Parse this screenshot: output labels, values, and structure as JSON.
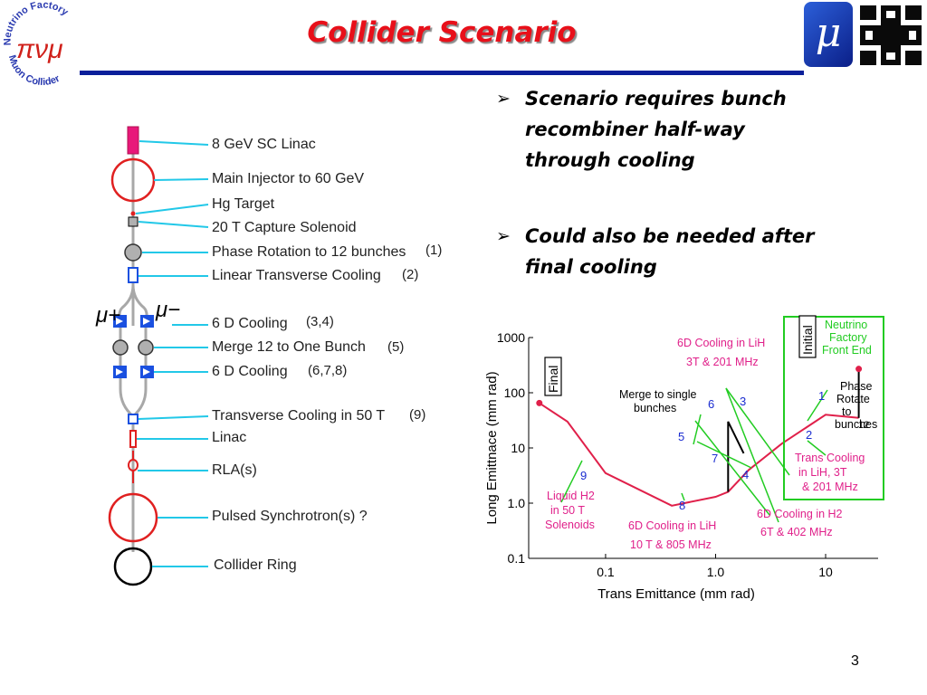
{
  "slide": {
    "title": "Collider Scenario",
    "page_number": "3",
    "mu_logo_symbol": "μ",
    "nf_logo": {
      "top_text": "Neutrino Factory",
      "bottom_text": "Muon Collider",
      "letters": "πνμ"
    }
  },
  "bullets": [
    {
      "text": "Scenario requires bunch recombiner half-way through cooling"
    },
    {
      "text": "Could also be needed after final cooling"
    }
  ],
  "diagram": {
    "mu_plus": "μ+",
    "mu_minus": "μ−",
    "stages": [
      {
        "label": "8 GeV SC Linac",
        "num": ""
      },
      {
        "label": "Main Injector to 60 GeV",
        "num": ""
      },
      {
        "label": "Hg Target",
        "num": ""
      },
      {
        "label": "20 T Capture Solenoid",
        "num": ""
      },
      {
        "label": "Phase Rotation to 12 bunches",
        "num": "(1)"
      },
      {
        "label": "Linear Transverse Cooling",
        "num": "(2)"
      },
      {
        "label": "6 D Cooling",
        "num": "(3,4)"
      },
      {
        "label": "Merge 12 to One Bunch",
        "num": "(5)"
      },
      {
        "label": "6 D Cooling",
        "num": "(6,7,8)"
      },
      {
        "label": "Transverse Cooling in 50 T",
        "num": "(9)"
      },
      {
        "label": "Linac",
        "num": ""
      },
      {
        "label": "RLA(s)",
        "num": ""
      },
      {
        "label": "Pulsed Synchrotron(s)  ?",
        "num": ""
      },
      {
        "label": "Collider Ring",
        "num": ""
      }
    ]
  },
  "chart_data": {
    "type": "line",
    "x_axis": {
      "label": "Trans Emittance  (mm rad)",
      "scale": "log",
      "range": [
        0.02,
        30
      ],
      "ticks": [
        "0.1",
        "1.0",
        "10"
      ]
    },
    "y_axis": {
      "label": "Long Emittnace (mm rad)",
      "scale": "log",
      "range": [
        0.1,
        1000
      ],
      "ticks": [
        "0.1",
        "1.0",
        "10",
        "100",
        "1000"
      ]
    },
    "series": [
      {
        "name": "cooling path",
        "color": "#e0204a",
        "points": [
          [
            0.025,
            65
          ],
          [
            0.045,
            30
          ],
          [
            0.1,
            3.5
          ],
          [
            0.4,
            0.9
          ],
          [
            1.0,
            1.3
          ],
          [
            1.3,
            1.6
          ],
          [
            2.0,
            4.0
          ],
          [
            4.0,
            12
          ],
          [
            10,
            40
          ],
          [
            20,
            35
          ]
        ]
      },
      {
        "name": "merge",
        "color": "#000000",
        "points": [
          [
            1.3,
            1.6
          ],
          [
            1.3,
            30
          ],
          [
            1.8,
            8
          ]
        ]
      },
      {
        "name": "phase rotate",
        "color": "#000000",
        "points": [
          [
            20,
            35
          ],
          [
            20,
            270
          ]
        ]
      }
    ],
    "markers": [
      {
        "label": "Final",
        "x": 0.025,
        "y": 65
      },
      {
        "label": "Initial",
        "x": 20,
        "y": 270
      }
    ],
    "stage_numbers": [
      "1",
      "2",
      "3",
      "4",
      "5",
      "6",
      "7",
      "8",
      "9"
    ],
    "annotations": [
      {
        "text": "Merge to single bunches"
      },
      {
        "text": "6D Cooling in LiH 3T & 201 MHz"
      },
      {
        "text": "Neutrino Factory Front End"
      },
      {
        "text": "Phase Rotate to 12 bunches"
      },
      {
        "text": "Trans Cooling in LiH, 3T & 201 MHz"
      },
      {
        "text": "6D Cooling in H2 6T & 402 MHz"
      },
      {
        "text": "6D Cooling in LiH 10 T & 805 MHz"
      },
      {
        "text": "Liquid H2 in 50 T Solenoids"
      }
    ],
    "colors": {
      "curve": "#e0204a",
      "labels": "#e0208a",
      "numbers": "#1a2cd0",
      "pointers": "#22cc22",
      "box": "#22cc22"
    }
  }
}
